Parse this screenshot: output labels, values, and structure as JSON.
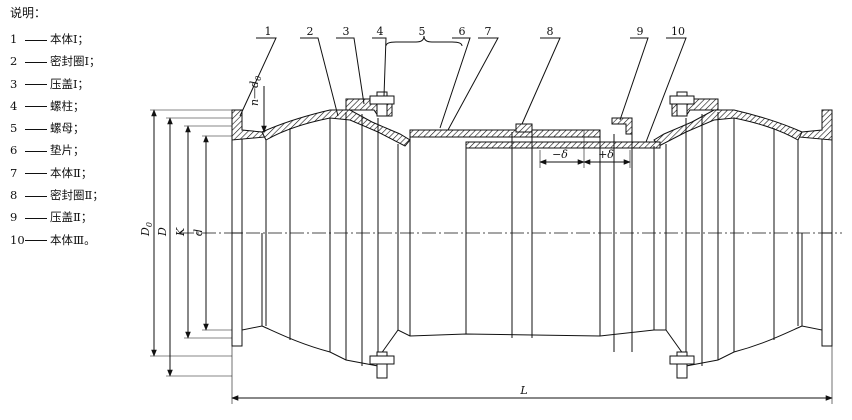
{
  "legend": {
    "title": "说明：",
    "items": [
      {
        "num": "1",
        "text": "本体Ⅰ；"
      },
      {
        "num": "2",
        "text": "密封圈Ⅰ；"
      },
      {
        "num": "3",
        "text": "压盖Ⅰ；"
      },
      {
        "num": "4",
        "text": "螺柱；"
      },
      {
        "num": "5",
        "text": "螺母；"
      },
      {
        "num": "6",
        "text": "垫片；"
      },
      {
        "num": "7",
        "text": "本体Ⅱ；"
      },
      {
        "num": "8",
        "text": "密封圈Ⅱ；"
      },
      {
        "num": "9",
        "text": "压盖Ⅱ；"
      },
      {
        "num": "10",
        "text": "本体Ⅲ。"
      }
    ]
  },
  "callouts": [
    "1",
    "2",
    "3",
    "4",
    "5",
    "6",
    "7",
    "8",
    "9",
    "10"
  ],
  "dimensions": {
    "n_d0": "n—d",
    "n_d0_sub": "0",
    "D0": "D",
    "D0_sub": "0",
    "D": "D",
    "K": "K",
    "d": "d",
    "minus_delta": "−δ",
    "plus_delta": "+δ",
    "L": "L"
  }
}
